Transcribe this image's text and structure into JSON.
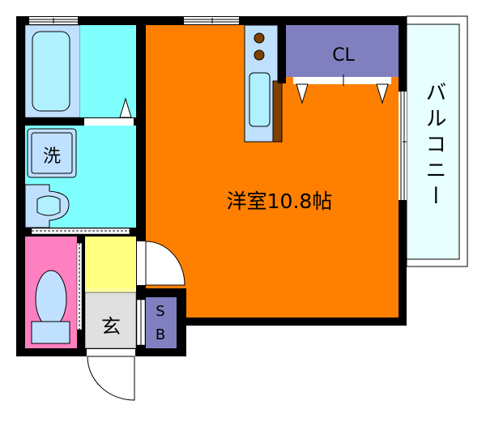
{
  "floorplan": {
    "rooms": {
      "main_room": {
        "label": "洋室10.8帖",
        "color": "#ff8000"
      },
      "closet": {
        "label": "CL",
        "color": "#8080c0"
      },
      "balcony": {
        "label": "バルコニー",
        "color": "#e8ffff"
      },
      "washroom": {
        "label": "洗",
        "color": "#80ffff"
      },
      "entrance": {
        "label": "玄",
        "color": "#e0e0e0"
      },
      "shoe_box": {
        "label": "SB",
        "color": "#8080c0"
      },
      "toilet": {
        "color": "#ff80c0"
      },
      "hallway": {
        "color": "#ffff80"
      },
      "bath": {
        "color": "#c0e0ff"
      }
    },
    "wall_color": "#000000"
  }
}
